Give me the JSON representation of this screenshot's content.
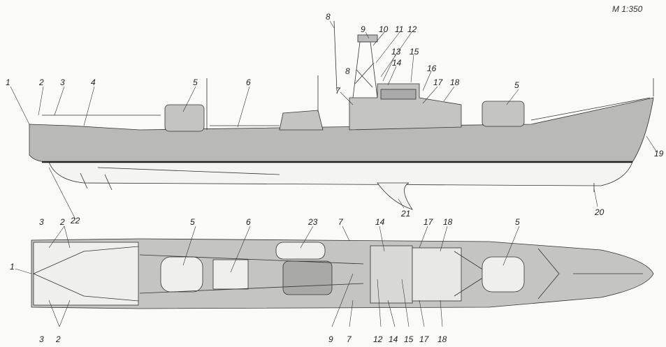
{
  "scale": "M 1:350",
  "side_view": {
    "callouts": [
      "1",
      "2",
      "3",
      "4",
      "5",
      "6",
      "7",
      "8",
      "8",
      "9",
      "10",
      "11",
      "12",
      "13",
      "14",
      "15",
      "16",
      "17",
      "18",
      "5",
      "19",
      "20",
      "21",
      "22"
    ]
  },
  "plan_view": {
    "callouts": [
      "3",
      "2",
      "1",
      "3",
      "2",
      "5",
      "6",
      "23",
      "7",
      "14",
      "17",
      "18",
      "5",
      "9",
      "7",
      "12",
      "14",
      "15",
      "17",
      "18"
    ]
  },
  "colors": {
    "hull": "#b9b9b7",
    "deck": "#c4c4c2",
    "line": "#333333",
    "paper": "#fafaf8"
  }
}
